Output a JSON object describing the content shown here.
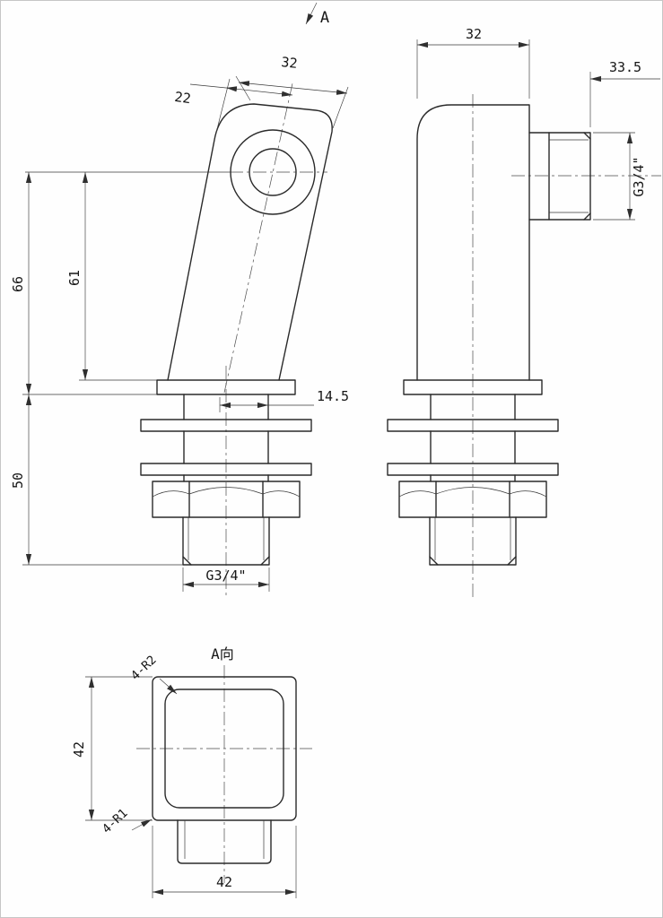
{
  "front_view": {
    "section_arrow_label": "A",
    "dim_head_width": "32",
    "dim_hole_offset": "22",
    "dim_height_hole_to_flange_top": "61",
    "dim_height_hole_to_flange_bottom": "66",
    "dim_lower_height": "50",
    "dim_stem_offset": "14.5",
    "dim_thread": "G3/4\""
  },
  "side_view": {
    "dim_body_width": "32",
    "dim_port_length": "33.5",
    "dim_port_thread": "G3/4\""
  },
  "bottom_view": {
    "label": "A向",
    "dim_height": "42",
    "dim_width": "42",
    "dim_outer_radius": "4-R2",
    "dim_inner_radius": "4-R1"
  }
}
